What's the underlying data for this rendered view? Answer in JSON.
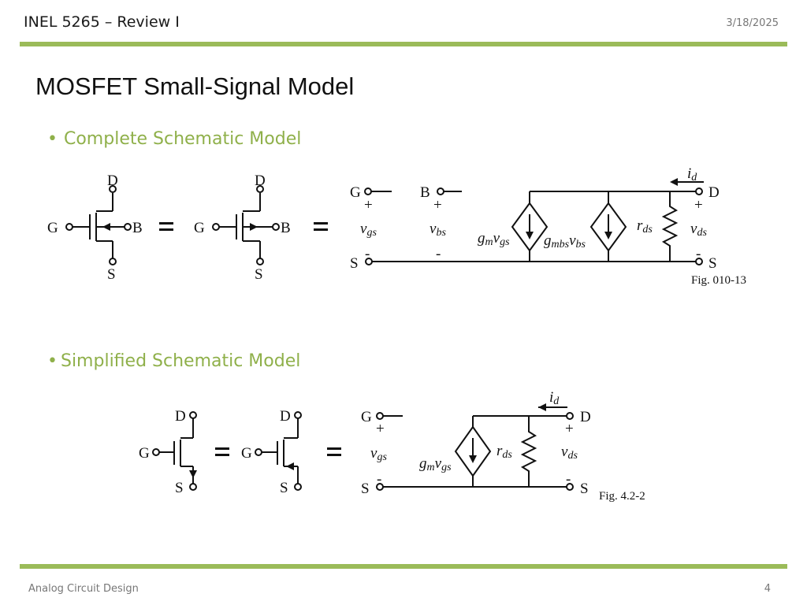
{
  "header": {
    "course": "INEL 5265 – Review I",
    "date": "3/18/2025"
  },
  "slide": {
    "title": "MOSFET Small-Signal Model",
    "bullets": [
      "Complete Schematic Model",
      "Simplified Schematic Model"
    ]
  },
  "figure1": {
    "terminal_d": "D",
    "terminal_g": "G",
    "terminal_b": "B",
    "terminal_s": "S",
    "equals": "=",
    "plus": "+",
    "minus": "-",
    "vgs_main": "v",
    "vgs_sub": "gs",
    "vbs_main": "v",
    "vbs_sub": "bs",
    "vds_main": "v",
    "vds_sub": "ds",
    "gm_main": "g",
    "gm_sub": "m",
    "gm_v_main": "v",
    "gm_v_sub": "gs",
    "gmbs_main": "g",
    "gmbs_sub": "mbs",
    "gmbs_v_main": "v",
    "gmbs_v_sub": "bs",
    "rds_main": "r",
    "rds_sub": "ds",
    "id_main": "i",
    "id_sub": "d",
    "caption": "Fig. 010-13"
  },
  "figure2": {
    "caption": "Fig. 4.2-2"
  },
  "footer": {
    "left": "Analog Circuit Design",
    "page": "4"
  }
}
